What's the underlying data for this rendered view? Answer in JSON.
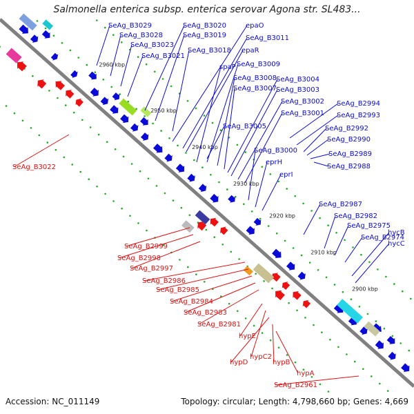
{
  "title": "Salmonella enterica subsp. enterica serovar Agona str. SL483...",
  "footer": {
    "accession": "Accession: NC_011149",
    "summary": "Topology: circular; Length: 4,798,660 bp; Genes: 4,669"
  },
  "colors": {
    "backbone": "#808080",
    "forward_gene": "#0a0ad8",
    "reverse_gene": "#ee1111",
    "label_forward": "#0a0ad8",
    "label_reverse": "#dd1111",
    "dot_track": "#22aa22"
  },
  "ticks": [
    "2960 kbp",
    "2950 kbp",
    "2940 kbp",
    "2930 kbp",
    "2920 kbp",
    "2910 kbp",
    "2900 kbp"
  ],
  "forward_labels": [
    "SeAg_B3029",
    "SeAg_B3028",
    "SeAg_B3023",
    "SeAg_B3021",
    "SeAg_B3020",
    "SeAg_B3019",
    "SeAg_B3018",
    "epaO",
    "SeAg_B3011",
    "epaR",
    "spaP",
    "SeAg_B3009",
    "SeAg_B3008",
    "SeAg_B3007",
    "SeAg_B3004",
    "SeAg_B3003",
    "SeAg_B3002",
    "SeAg_B3001",
    "SeAg_B3005",
    "SeAg_B2994",
    "SeAg_B2993",
    "SeAg_B2992",
    "SeAg_B2990",
    "SeAg_B2989",
    "SeAg_B2988",
    "SeAg_B3000",
    "eprH",
    "eprI",
    "SeAg_B2987",
    "SeAg_B2982",
    "SeAg_B2975",
    "SeAg_B2974",
    "hycB",
    "hycC"
  ],
  "reverse_labels": [
    "SeAg_B3022",
    "SeAg_B2999",
    "SeAg_B2998",
    "SeAg_B2997",
    "SeAg_B2986",
    "SeAg_B2985",
    "SeAg_B2984",
    "SeAg_B2983",
    "SeAg_B2981",
    "hypE",
    "hypC2",
    "hypD",
    "hypB",
    "hypA",
    "SeAg_B2961"
  ]
}
